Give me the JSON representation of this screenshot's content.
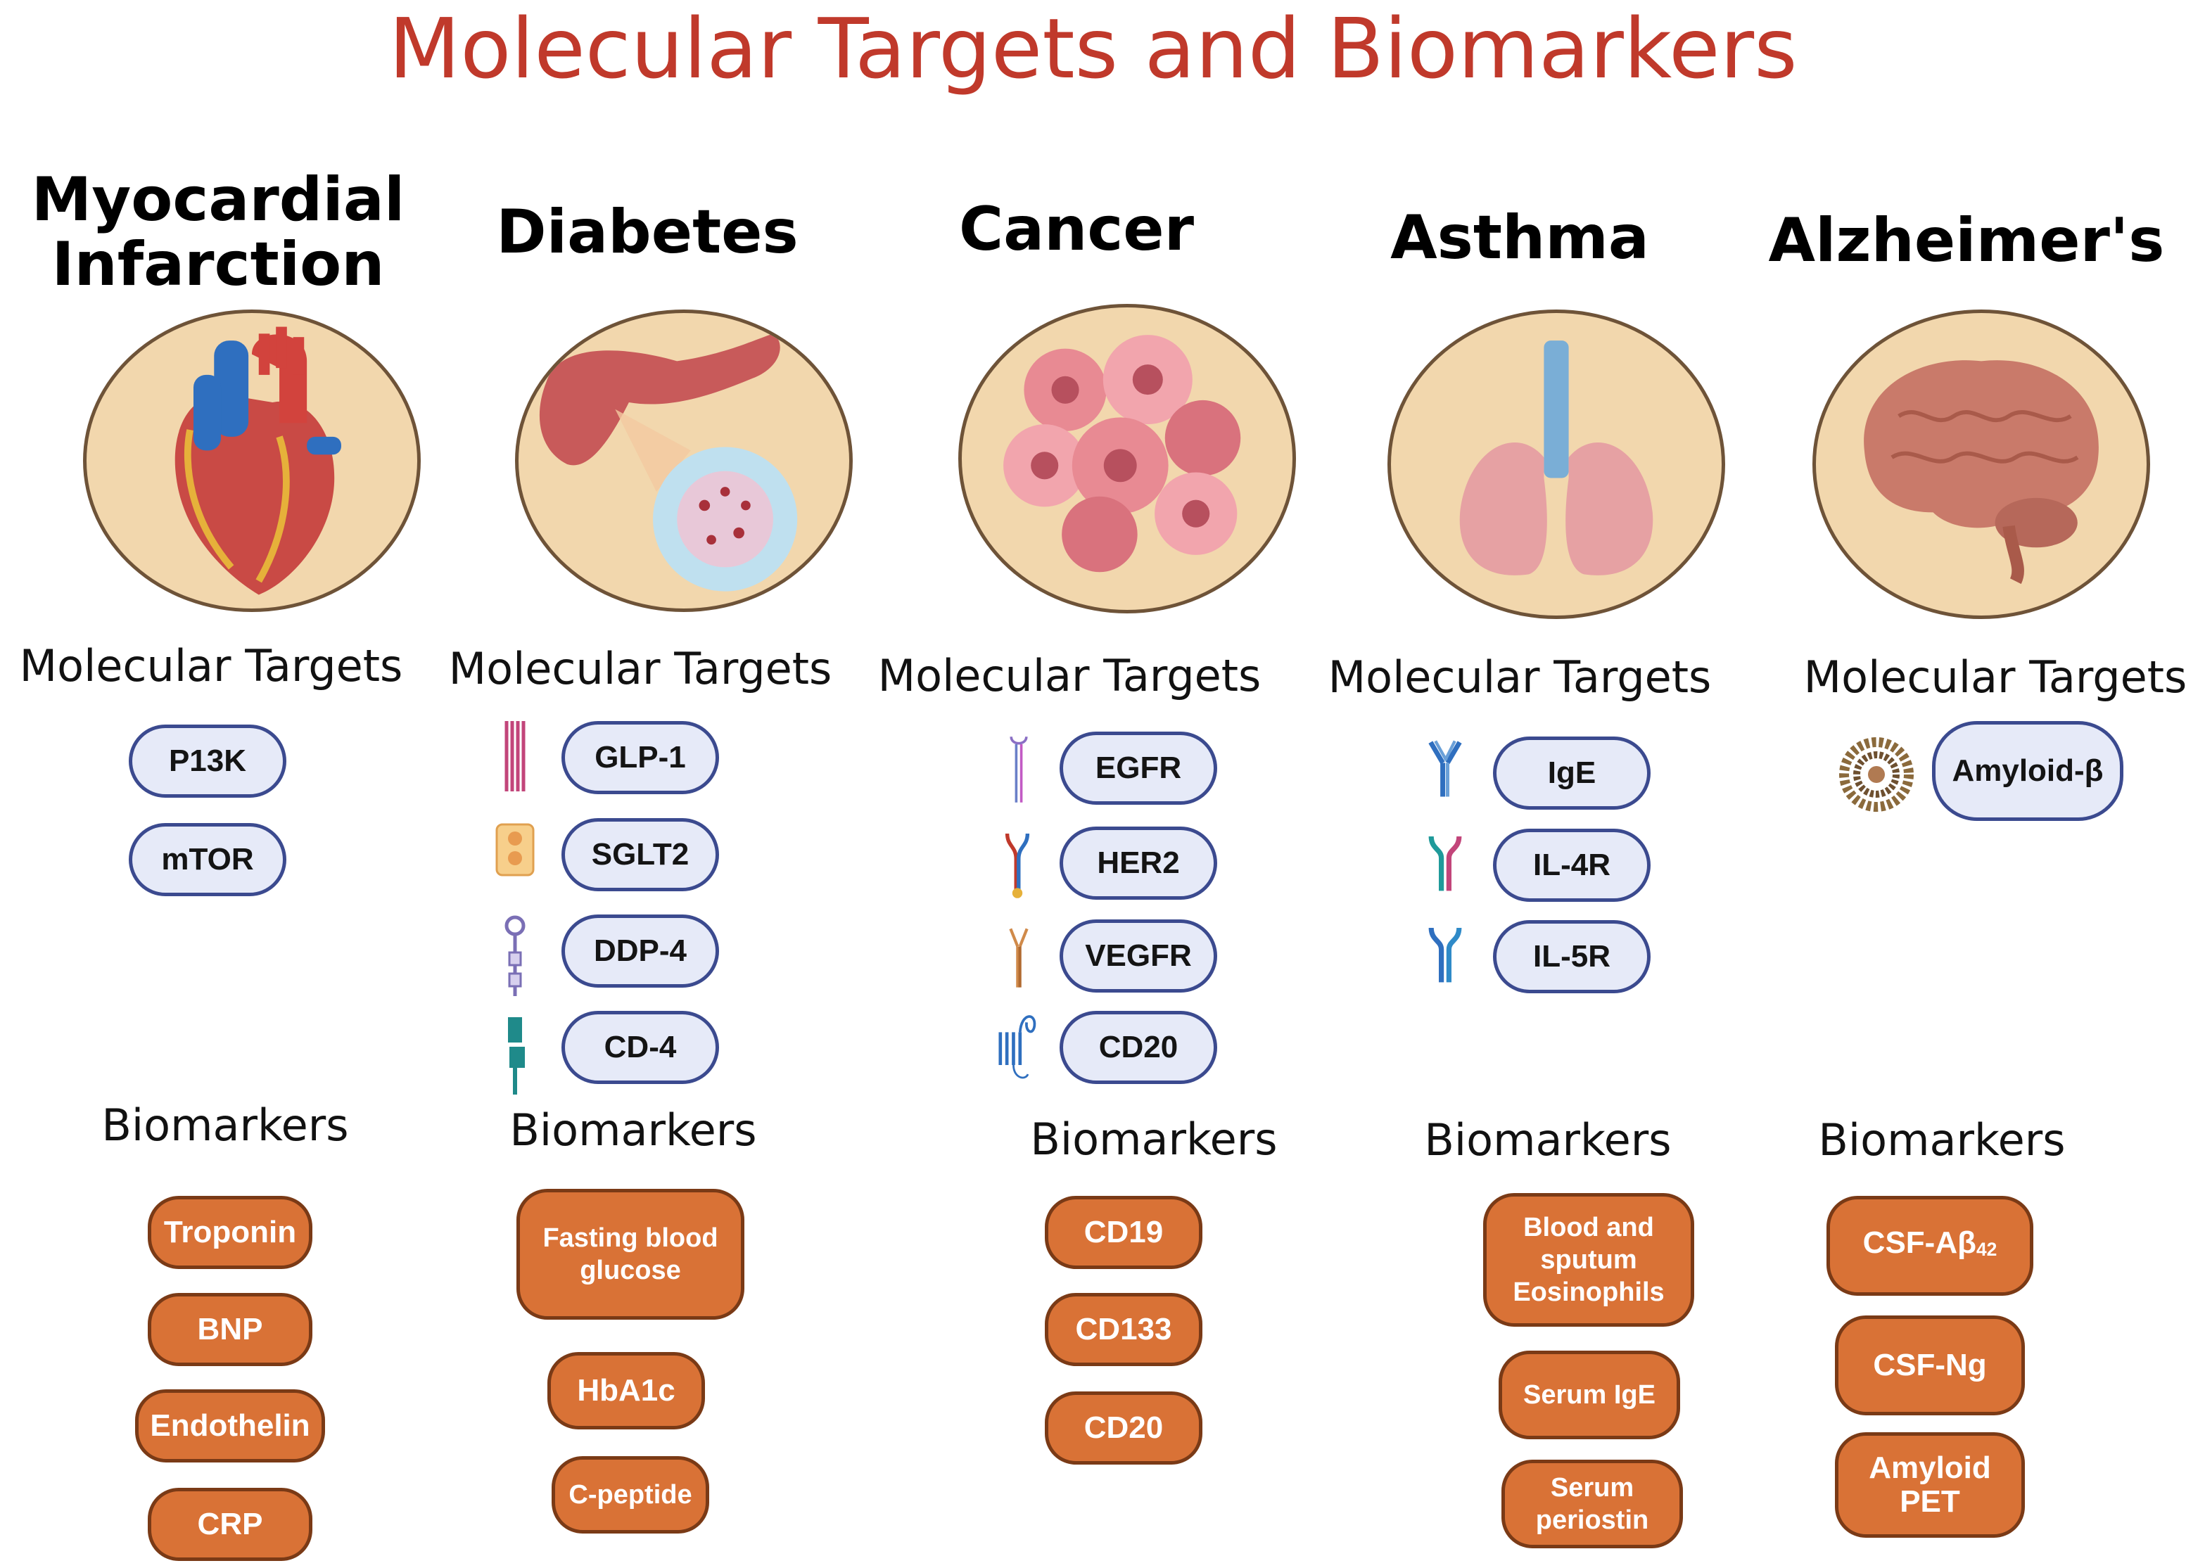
{
  "title": "Molecular Targets and Biomarkers",
  "section_labels": {
    "targets": "Molecular Targets",
    "biomarkers": "Biomarkers"
  },
  "columns": [
    {
      "disease": "Myocardial\nInfarction",
      "organ_icon": "heart-icon",
      "targets": [
        "P13K",
        "mTOR"
      ],
      "biomarkers": [
        "Troponin",
        "BNP",
        "Endothelin",
        "CRP"
      ]
    },
    {
      "disease": "Diabetes",
      "organ_icon": "pancreas-icon",
      "targets": [
        "GLP-1",
        "SGLT2",
        "DDP-4",
        "CD-4"
      ],
      "target_icons": [
        "glp1-receptor-icon",
        "sglt2-transporter-icon",
        "dpp4-enzyme-icon",
        "cd4-receptor-icon"
      ],
      "biomarkers": [
        "Fasting blood glucose",
        "HbA1c",
        "C-peptide"
      ]
    },
    {
      "disease": "Cancer",
      "organ_icon": "tumor-cells-icon",
      "targets": [
        "EGFR",
        "HER2",
        "VEGFR",
        "CD20"
      ],
      "target_icons": [
        "egfr-receptor-icon",
        "her2-receptor-icon",
        "vegfr-receptor-icon",
        "cd20-protein-icon"
      ],
      "biomarkers": [
        "CD19",
        "CD133",
        "CD20"
      ]
    },
    {
      "disease": "Asthma",
      "organ_icon": "lungs-icon",
      "targets": [
        "IgE",
        "IL-4R",
        "IL-5R"
      ],
      "target_icons": [
        "antibody-icon",
        "il4-receptor-icon",
        "il5-receptor-icon"
      ],
      "biomarkers": [
        "Blood and sputum Eosinophils",
        "Serum IgE",
        "Serum periostin"
      ]
    },
    {
      "disease": "Alzheimer's",
      "organ_icon": "brain-icon",
      "targets": [
        "Amyloid-β"
      ],
      "target_icons": [
        "amyloid-plaque-icon"
      ],
      "biomarkers": [
        "CSF-Aβ42",
        "CSF-Ng",
        "Amyloid PET"
      ]
    }
  ],
  "colors": {
    "title": "#c0392b",
    "circle_fill": "#f2d7ad",
    "target_pill_fill": "#e6eaf8",
    "target_pill_border": "#3b4a8f",
    "biomarker_fill": "#d97236",
    "biomarker_border": "#7a3a16"
  }
}
